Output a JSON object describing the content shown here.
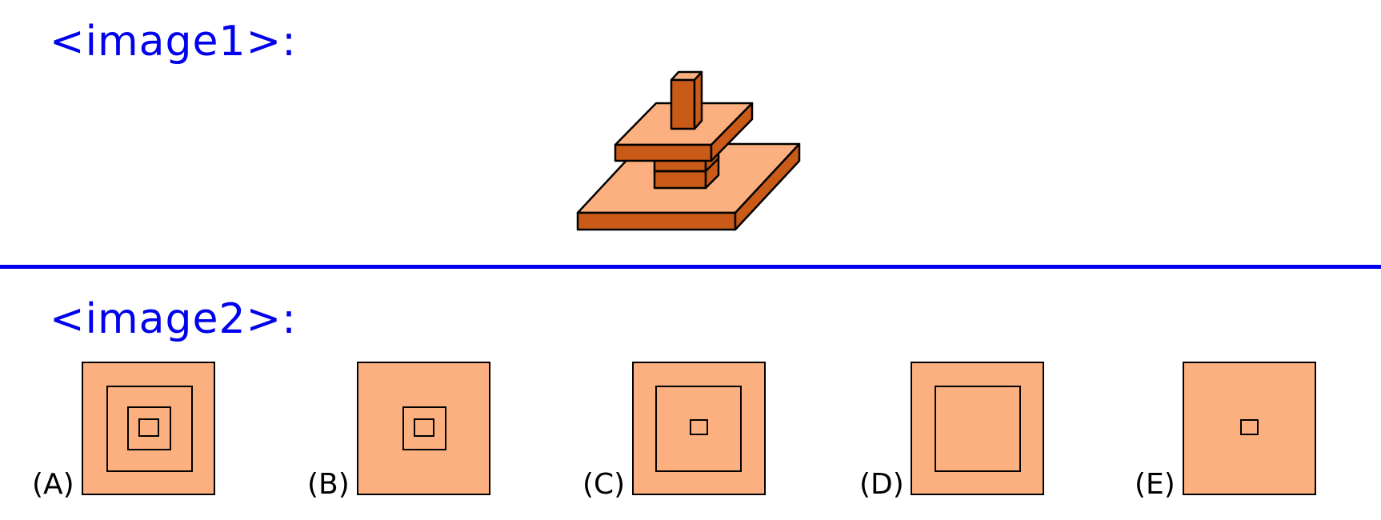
{
  "image1": {
    "label": "<image1>:"
  },
  "image2": {
    "label": "<image2>:",
    "options": [
      {
        "letter": "(A)",
        "inner_squares": 3
      },
      {
        "letter": "(B)",
        "inner_squares": 2
      },
      {
        "letter": "(C)",
        "inner_squares": 2
      },
      {
        "letter": "(D)",
        "inner_squares": 1
      },
      {
        "letter": "(E)",
        "inner_squares": 1
      }
    ]
  },
  "colors": {
    "label_blue": "#0000ee",
    "block_top": "#fdb07f",
    "block_side": "#c95a17",
    "outline": "#000000"
  }
}
